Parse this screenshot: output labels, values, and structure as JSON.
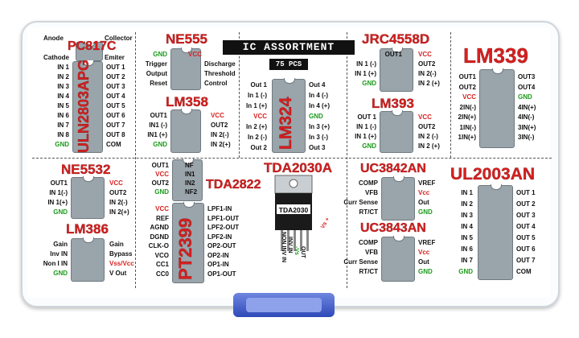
{
  "header": {
    "title": "IC ASSORTMENT",
    "count": "75 PCS"
  },
  "pc817c": {
    "name": "PC817C",
    "left": [
      "Anode",
      "Cathode"
    ],
    "right": [
      "Collector",
      "Emiter"
    ]
  },
  "uln2803": {
    "name": "ULN2803APG",
    "left": [
      "IN 1",
      "IN 2",
      "IN 3",
      "IN 4",
      "IN 5",
      "IN 6",
      "IN 7",
      "IN 8",
      "GND"
    ],
    "right": [
      "OUT 1",
      "OUT 2",
      "OUT 3",
      "OUT 4",
      "OUT 5",
      "OUT 6",
      "OUT 7",
      "OUT 8",
      "COM"
    ]
  },
  "ne555": {
    "name": "NE555",
    "left": [
      "GND",
      "Trigger",
      "Output",
      "Reset"
    ],
    "right": [
      "VCC",
      "Discharge",
      "Threshold",
      "Control"
    ]
  },
  "lm358": {
    "name": "LM358",
    "left": [
      "OUT1",
      "IN1 (-)",
      "IN1 (+)",
      "GND"
    ],
    "right": [
      "VCC",
      "OUT2",
      "IN 2(-)",
      "IN 2(+)"
    ]
  },
  "lm324": {
    "name": "LM324",
    "left": [
      "Out 1",
      "In 1 (-)",
      "In 1 (+)",
      "VCC",
      "In 2 (+)",
      "In 2 (-)",
      "Out 2"
    ],
    "right": [
      "Out 4",
      "In 4 (-)",
      "In 4 (+)",
      "GND",
      "In 3 (+)",
      "In 3 (-)",
      "Out 3"
    ]
  },
  "jrc4558": {
    "name": "JRC4558D",
    "left": [
      "OUT1",
      "IN 1 (-)",
      "IN 1 (+)",
      "GND"
    ],
    "right": [
      "VCC",
      "OUT2",
      "IN 2(-)",
      "IN 2 (+)"
    ]
  },
  "lm393": {
    "name": "LM393",
    "left": [
      "OUT 1",
      "IN 1 (-)",
      "IN 1 (+)",
      "GND"
    ],
    "right": [
      "VCC",
      "OUT2",
      "IN 2 (-)",
      "IN 2 (+)"
    ]
  },
  "lm339": {
    "name": "LM339",
    "left": [
      "OUT1",
      "OUT2",
      "VCC",
      "2IN(-)",
      "2IN(+)",
      "1IN(-)",
      "1IN(+)"
    ],
    "right": [
      "OUT3",
      "OUT4",
      "GND",
      "4IN(+)",
      "4IN(-)",
      "3IN(+)",
      "3IN(-)"
    ]
  },
  "ne5532": {
    "name": "NE5532",
    "left": [
      "OUT1",
      "IN 1(-)",
      "IN 1(+)",
      "GND"
    ],
    "right": [
      "VCC",
      "OUT2",
      "IN 2(-)",
      "IN 2(+)"
    ]
  },
  "lm386": {
    "name": "LM386",
    "left": [
      "Gain",
      "Inv IN",
      "Non I IN",
      "GND"
    ],
    "right": [
      "Gain",
      "Bypass",
      "Vss/Vcc",
      "V Out"
    ]
  },
  "tda2822": {
    "name": "TDA2822",
    "left": [
      "OUT1",
      "VCC",
      "OUT2",
      "GND"
    ],
    "right": [
      "NF",
      "IN1",
      "IN2",
      "NF2"
    ]
  },
  "pt2399": {
    "name": "PT2399",
    "left": [
      "VCC",
      "REF",
      "AGND",
      "DGND",
      "CLK-O",
      "VCO",
      "CC1",
      "CC0"
    ],
    "right": [
      "LPF1-IN",
      "LPF1-OUT",
      "LPF2-OUT",
      "LPF2-IN",
      "OP2-OUT",
      "OP2-IN",
      "OP1-IN",
      "OP1-OUT"
    ]
  },
  "tda2030": {
    "name": "TDA2030A",
    "body": "TDA2030",
    "pins": [
      "NON INV IN",
      "INV IN",
      "-Vs",
      "OUT",
      "Vs +"
    ]
  },
  "uc3842": {
    "name": "UC3842AN",
    "left": [
      "COMP",
      "VFB",
      "Curr Sense",
      "RT/CT"
    ],
    "right": [
      "VREF",
      "Vcc",
      "Out",
      "GND"
    ]
  },
  "uc3843": {
    "name": "UC3843AN",
    "left": [
      "COMP",
      "VFB",
      "Curr Sense",
      "RT/CT"
    ],
    "right": [
      "VREF",
      "Vcc",
      "Out",
      "GND"
    ]
  },
  "ul2003": {
    "name": "UL2003AN",
    "left": [
      "IN 1",
      "IN 2",
      "IN 3",
      "IN 4",
      "IN 5",
      "IN 6",
      "IN 7",
      "GND"
    ],
    "right": [
      "OUT 1",
      "OUT 2",
      "OUT 3",
      "OUT 4",
      "OUT 5",
      "OUT 6",
      "OUT 7",
      "COM"
    ]
  },
  "colors": {
    "title": "#d81f1f",
    "vcc": "#d81f1f",
    "gnd": "#1a9a1a",
    "case_latch": "#3b56c6"
  }
}
